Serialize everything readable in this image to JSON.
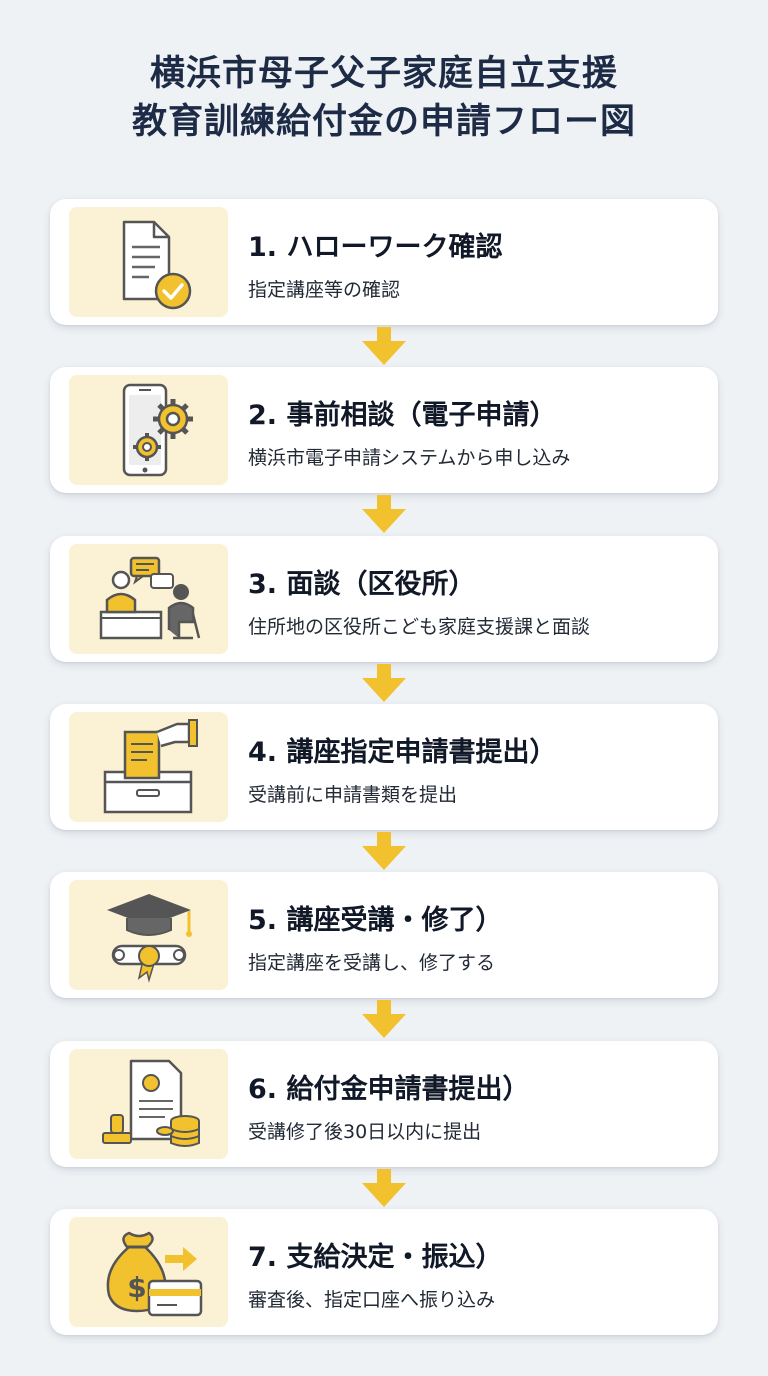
{
  "title": {
    "line1": "横浜市母子父子家庭自立支援",
    "line2": "教育訓練給付金の申請フロー図"
  },
  "colors": {
    "accent": "#f2c12e",
    "icon_bg": "#fbf1d4",
    "title": "#1d2b46"
  },
  "steps": [
    {
      "title": "1. ハローワーク確認",
      "desc": "指定講座等の確認",
      "icon": "document-check-icon"
    },
    {
      "title": "2. 事前相談（電子申請）",
      "desc": "横浜市電子申請システムから申し込み",
      "icon": "smartphone-gears-icon"
    },
    {
      "title": "3. 面談（区役所）",
      "desc": "住所地の区役所こども家庭支援課と面談",
      "icon": "consultation-icon"
    },
    {
      "title": "4. 講座指定申請書提出）",
      "desc": "受講前に申請書類を提出",
      "icon": "document-submit-box-icon"
    },
    {
      "title": "5. 講座受講・修了）",
      "desc": "指定講座を受講し、修了する",
      "icon": "graduation-cap-diploma-icon"
    },
    {
      "title": "6. 給付金申請書提出）",
      "desc": "受講修了後30日以内に提出",
      "icon": "stamp-form-coins-icon"
    },
    {
      "title": "7. 支給決定・振込）",
      "desc": "審査後、指定口座へ振り込み",
      "icon": "money-bag-card-icon"
    }
  ]
}
